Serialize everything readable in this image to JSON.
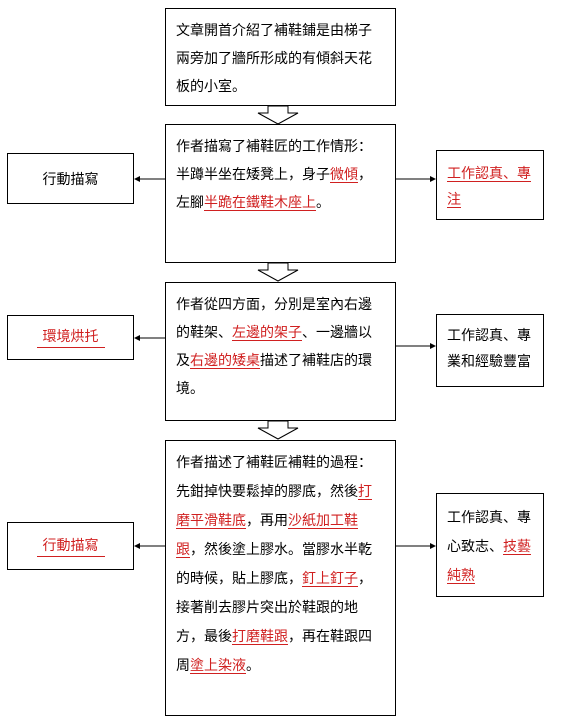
{
  "boxes": {
    "b1": "文章開首介紹了補鞋鋪是由梯子兩旁加了牆所形成的有傾斜天花板的小室。",
    "b2": {
      "pre": "作者描寫了補鞋匠的工作情形：半蹲半坐在矮凳上，身子",
      "a1": "微傾",
      "mid": "，左腳",
      "a2": "半跪在鐵鞋木座上",
      "end": "。"
    },
    "b3": {
      "pre": "作者從四方面，分別是室內右邊的鞋架、",
      "a1": "左邊的架子",
      "mid": "、一邊牆以及",
      "a2": "右邊的矮桌",
      "end": "描述了補鞋店的環境。"
    },
    "b4": {
      "t1": "作者描述了補鞋匠補鞋的過程：先鉗掉快要鬆掉的膠底，然後",
      "a1": "打磨平滑鞋底",
      "t2": "，再用",
      "a2": "沙紙加工鞋跟",
      "t3": "，然後塗上膠水。當膠水半乾的時候，貼上膠底，",
      "a3": "釘上釘子",
      "t4": "，接著削去膠片突出於鞋跟的地方，最後",
      "a4": "打磨鞋跟",
      "t5": "，再在鞋跟四周",
      "a5": "塗上染液",
      "t6": "。"
    }
  },
  "left": {
    "l1": "行動描寫",
    "l2": "環境烘托",
    "l3": "行動描寫"
  },
  "right": {
    "r1": "工作認真、專注",
    "r2": "工作認真、專業和經驗豐富",
    "r3_pre": "工作認真、專心致志、",
    "r3_ans": "技藝純熟"
  },
  "colors": {
    "answer": "#d02020",
    "border": "#000000"
  }
}
